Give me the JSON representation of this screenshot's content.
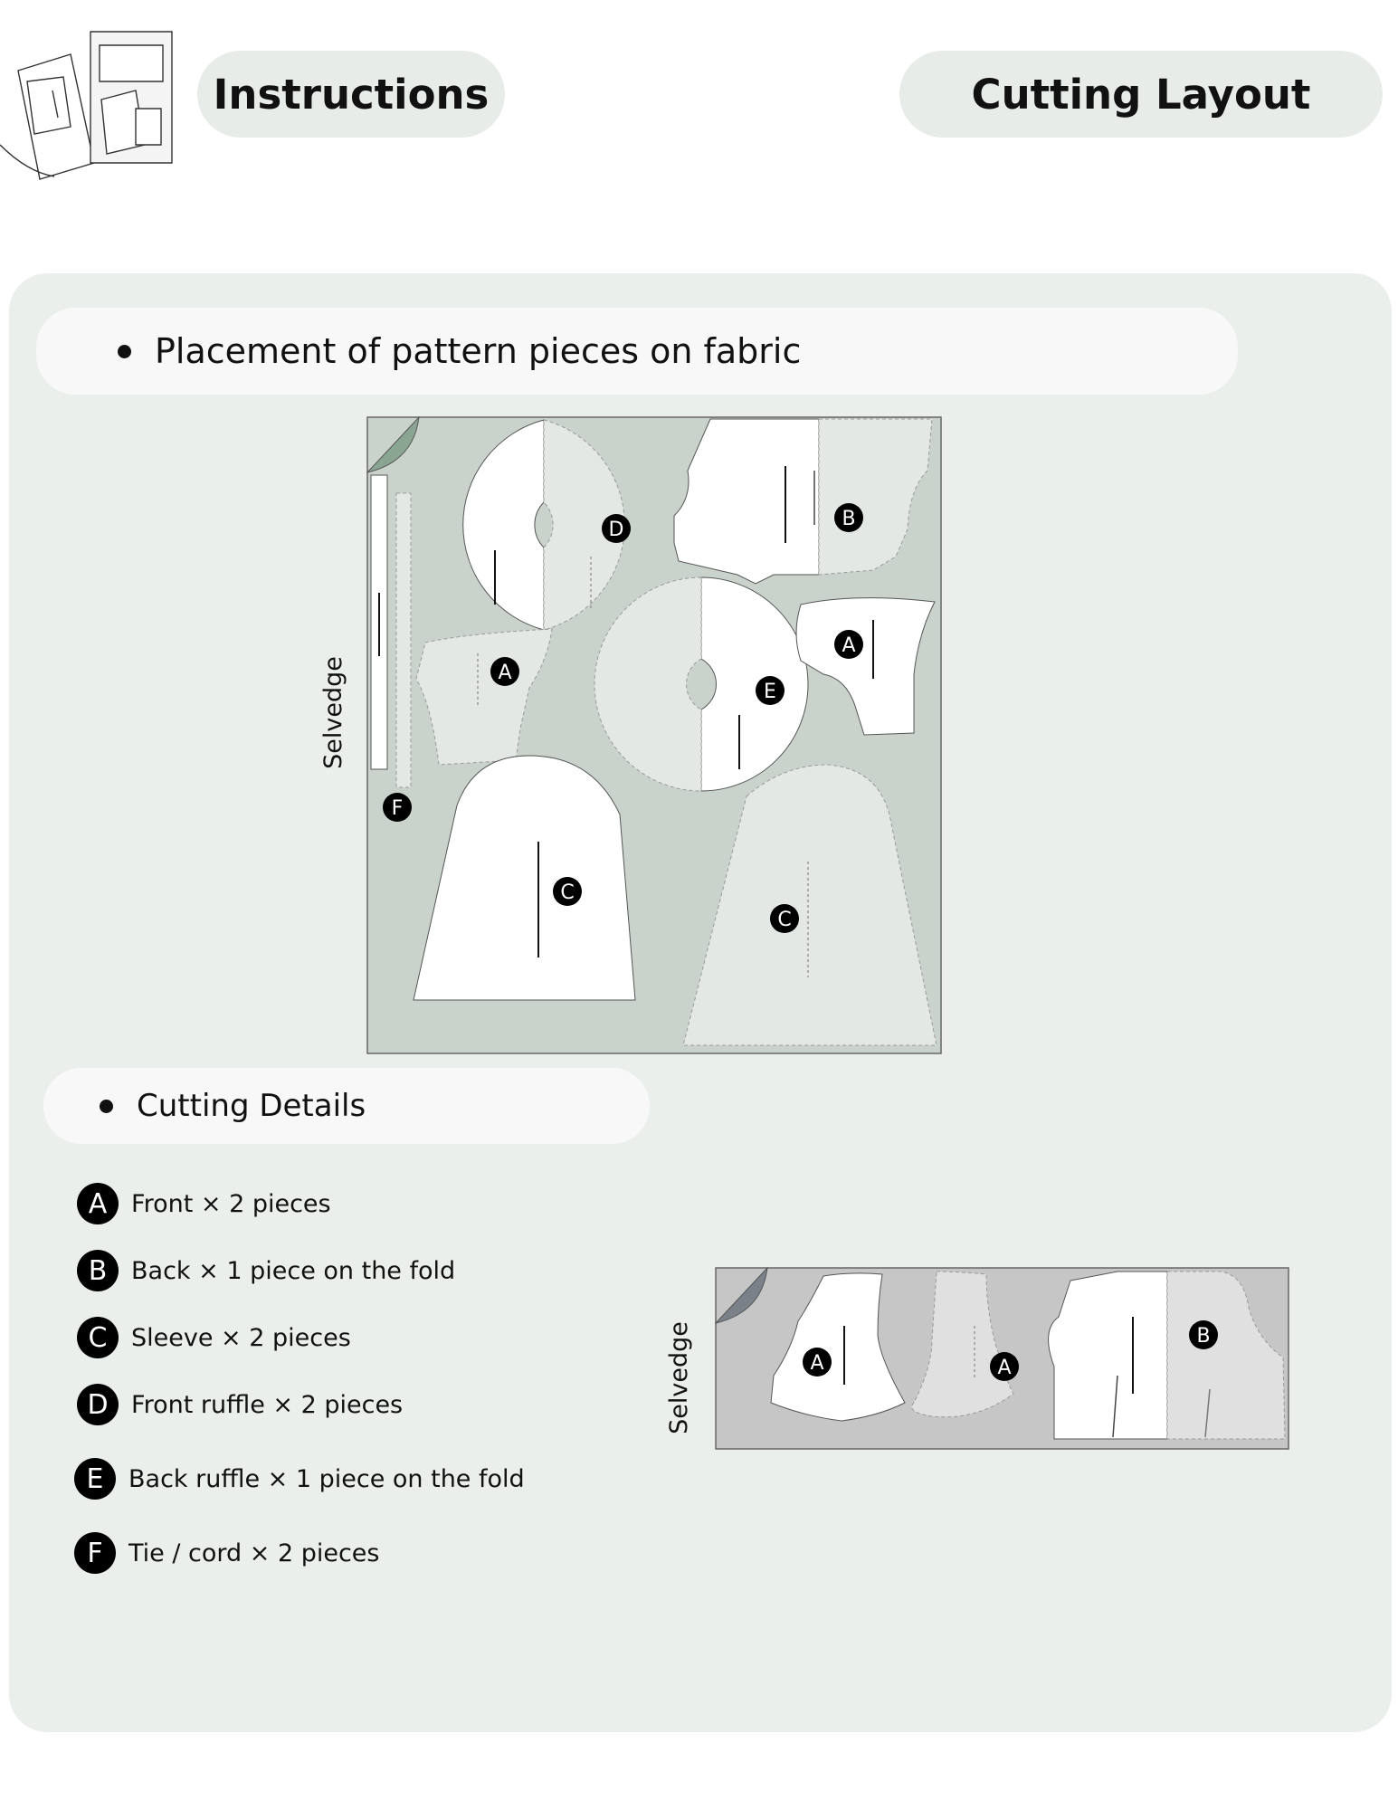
{
  "header": {
    "instructions_label": "Instructions",
    "cutting_layout_label": "Cutting Layout"
  },
  "sections": {
    "placement_title": "Placement of pattern pieces on fabric",
    "cutting_details_title": "Cutting Details"
  },
  "layout_main": {
    "selvedge_label": "Selvedge",
    "labels": [
      "A",
      "A",
      "B",
      "C",
      "C",
      "D",
      "E",
      "F"
    ]
  },
  "layout_small": {
    "selvedge_label": "Selvedge",
    "labels": [
      "A",
      "A",
      "B"
    ]
  },
  "cutting_details": [
    {
      "letter": "A",
      "text": "Front × 2 pieces"
    },
    {
      "letter": "B",
      "text": "Back × 1 piece on the fold"
    },
    {
      "letter": "C",
      "text": "Sleeve × 2 pieces"
    },
    {
      "letter": "D",
      "text": "Front ruffle × 2 pieces"
    },
    {
      "letter": "E",
      "text": "Back ruffle × 1 piece on the fold"
    },
    {
      "letter": "F",
      "text": "Tie / cord × 2 pieces"
    }
  ],
  "colors": {
    "panel": "#ebefeb",
    "pill": "#e8ece8",
    "fabric_main": "#c9d3cc",
    "fabric_small": "#c6c6c6",
    "fold_corner_main": "#8aa592",
    "fold_corner_small": "#7a8188"
  }
}
